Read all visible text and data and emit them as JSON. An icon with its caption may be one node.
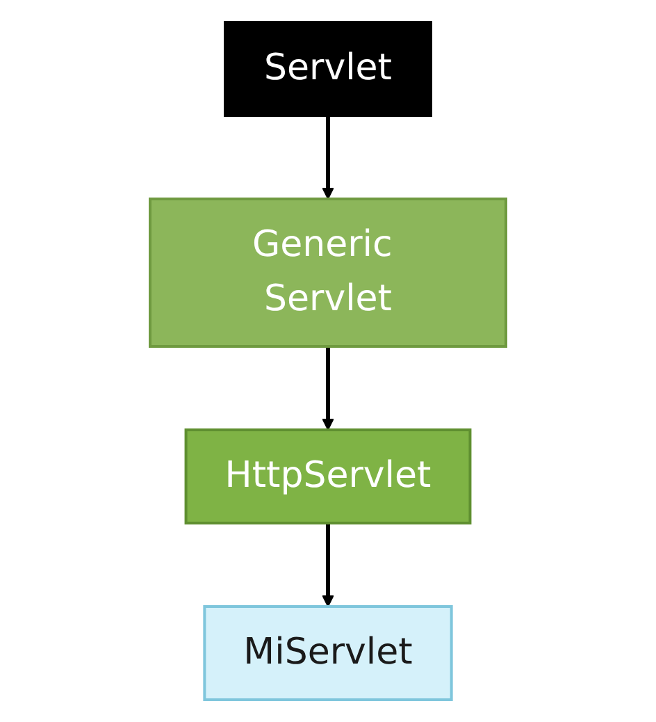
{
  "diagram": {
    "nodes": [
      {
        "text": [
          "Servlet"
        ]
      },
      {
        "text": [
          "Generic Servlet"
        ]
      },
      {
        "text": [
          "HttpServlet"
        ]
      },
      {
        "text": [
          "MiServlet"
        ]
      }
    ],
    "edges": [
      {
        "from": 0,
        "to": 1,
        "arrow": "to"
      },
      {
        "from": 1,
        "to": 2,
        "arrow": "to"
      },
      {
        "from": 2,
        "to": 3,
        "arrow": "to"
      }
    ]
  }
}
